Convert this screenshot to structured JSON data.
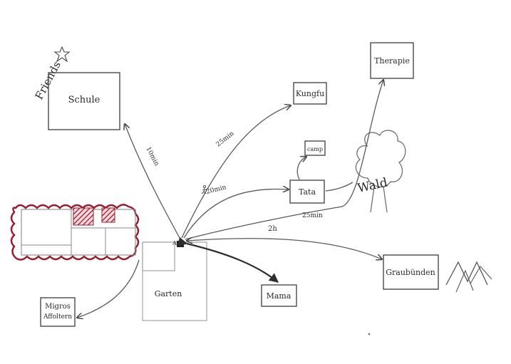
{
  "colors": {
    "ink": "#3a3a3a",
    "accent": "#9b1b2e",
    "background": "#ffffff"
  },
  "labels": {
    "friends": "Friends",
    "schule": "Schule",
    "kungfu": "Kungfu",
    "therapie": "Therapie",
    "camp": "camp",
    "tata": "Tata",
    "wald": "Wald",
    "home_marker": "A",
    "garten": "Garten",
    "mama": "Mama",
    "graubunden": "Graubünden",
    "migros": "Migros",
    "migros_sub": "Affoltern"
  },
  "edge_labels": {
    "schule_time": "10min",
    "kungfu_time": "25min",
    "tata_time": "20min",
    "therapie_time": "25min",
    "graubunden_time": "2h"
  },
  "icons": {
    "star": "star-icon",
    "tree": "tree-icon",
    "mountains": "mountains-icon",
    "walk": "walking-icon",
    "house": "house-icon"
  }
}
